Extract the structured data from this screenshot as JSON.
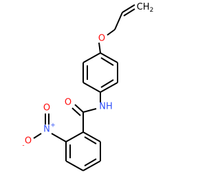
{
  "molecule": {
    "atoms": {
      "o_ether": {
        "symbol": "O",
        "color": "#ff0d0d"
      },
      "n_amide": {
        "symbol": "NH",
        "color": "#3050f8"
      },
      "o_carbonyl": {
        "symbol": "O",
        "color": "#ff0d0d"
      },
      "n_nitro": {
        "symbol": "N",
        "color": "#3050f8",
        "charge": "+"
      },
      "o_nitro_keto": {
        "symbol": "O",
        "color": "#ff0d0d"
      },
      "o_nitro_anion": {
        "symbol": "O",
        "color": "#ff0d0d",
        "charge": "-"
      },
      "terminal_ch2": {
        "symbol": "CH",
        "subscript": "2",
        "color": "#000000"
      }
    },
    "bond_color": "#000000",
    "background": "#ffffff"
  }
}
